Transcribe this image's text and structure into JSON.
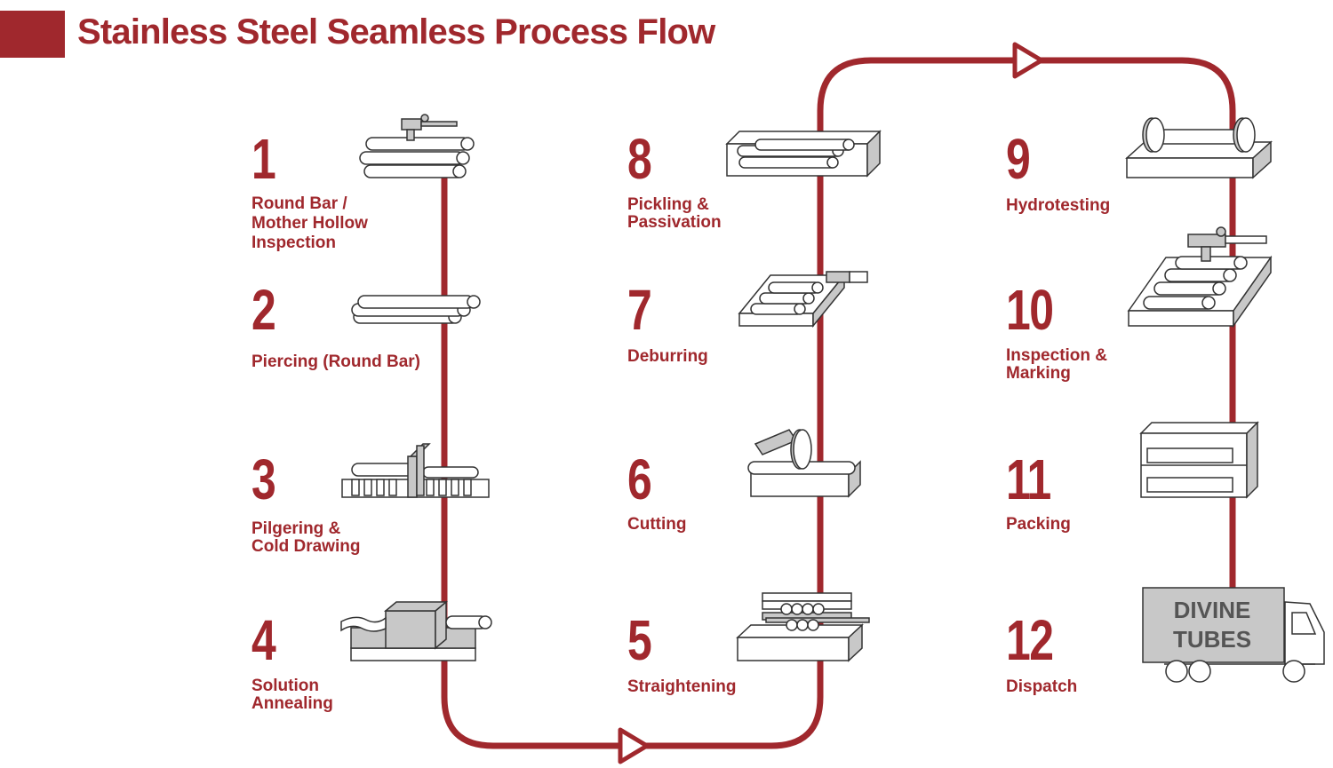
{
  "title": "Stainless Steel Seamless Process Flow",
  "colors": {
    "accent": "#a0282d",
    "line": "#333333",
    "machine_fill": "#c8c8c8"
  },
  "steps": [
    {
      "number": "1",
      "label": "Round Bar /\nMother Hollow\nInspection"
    },
    {
      "number": "2",
      "label": "Piercing (Round Bar)"
    },
    {
      "number": "3",
      "label": "Pilgering &\nCold Drawing"
    },
    {
      "number": "4",
      "label": "Solution\nAnnealing"
    },
    {
      "number": "5",
      "label": "Straightening"
    },
    {
      "number": "6",
      "label": "Cutting"
    },
    {
      "number": "7",
      "label": "Deburring"
    },
    {
      "number": "8",
      "label": "Pickling &\nPassivation"
    },
    {
      "number": "9",
      "label": "Hydrotesting"
    },
    {
      "number": "10",
      "label": "Inspection &\nMarking"
    },
    {
      "number": "11",
      "label": "Packing"
    },
    {
      "number": "12",
      "label": "Dispatch"
    }
  ],
  "truck": {
    "line1": "DIVINE",
    "line2": "TUBES"
  }
}
